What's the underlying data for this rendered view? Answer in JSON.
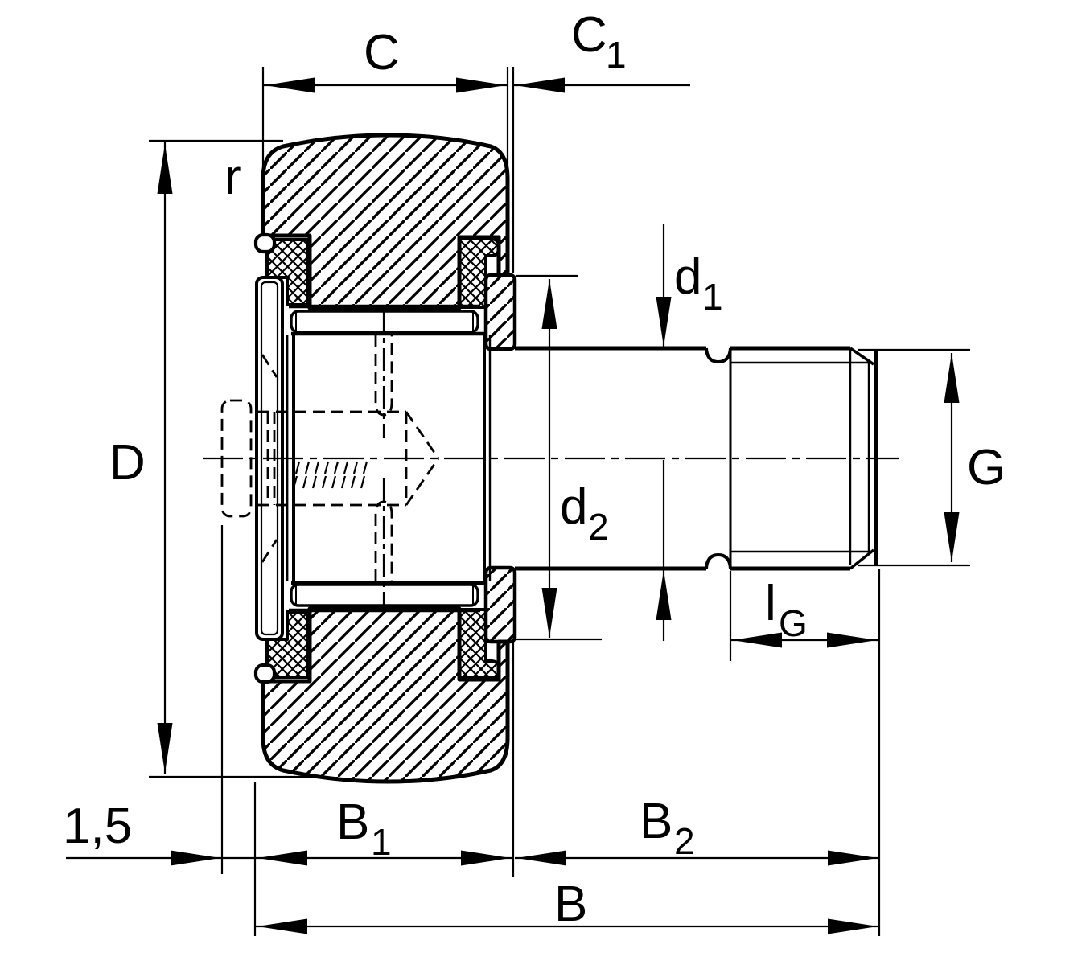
{
  "drawing": {
    "kind": "bearing-cross-section-dimensional-drawing",
    "colors": {
      "background": "#ffffff",
      "line": "#000000"
    },
    "labels": {
      "c": "C",
      "c1": {
        "base": "C",
        "sub": "1"
      },
      "r": "r",
      "d": "D",
      "d1": {
        "base": "d",
        "sub": "1"
      },
      "d2": {
        "base": "d",
        "sub": "2"
      },
      "g": "G",
      "lg": {
        "base": "l",
        "sub": "G"
      },
      "chamfer": "1,5",
      "b": "B",
      "b1": {
        "base": "B",
        "sub": "1"
      },
      "b2": {
        "base": "B",
        "sub": "2"
      }
    }
  }
}
